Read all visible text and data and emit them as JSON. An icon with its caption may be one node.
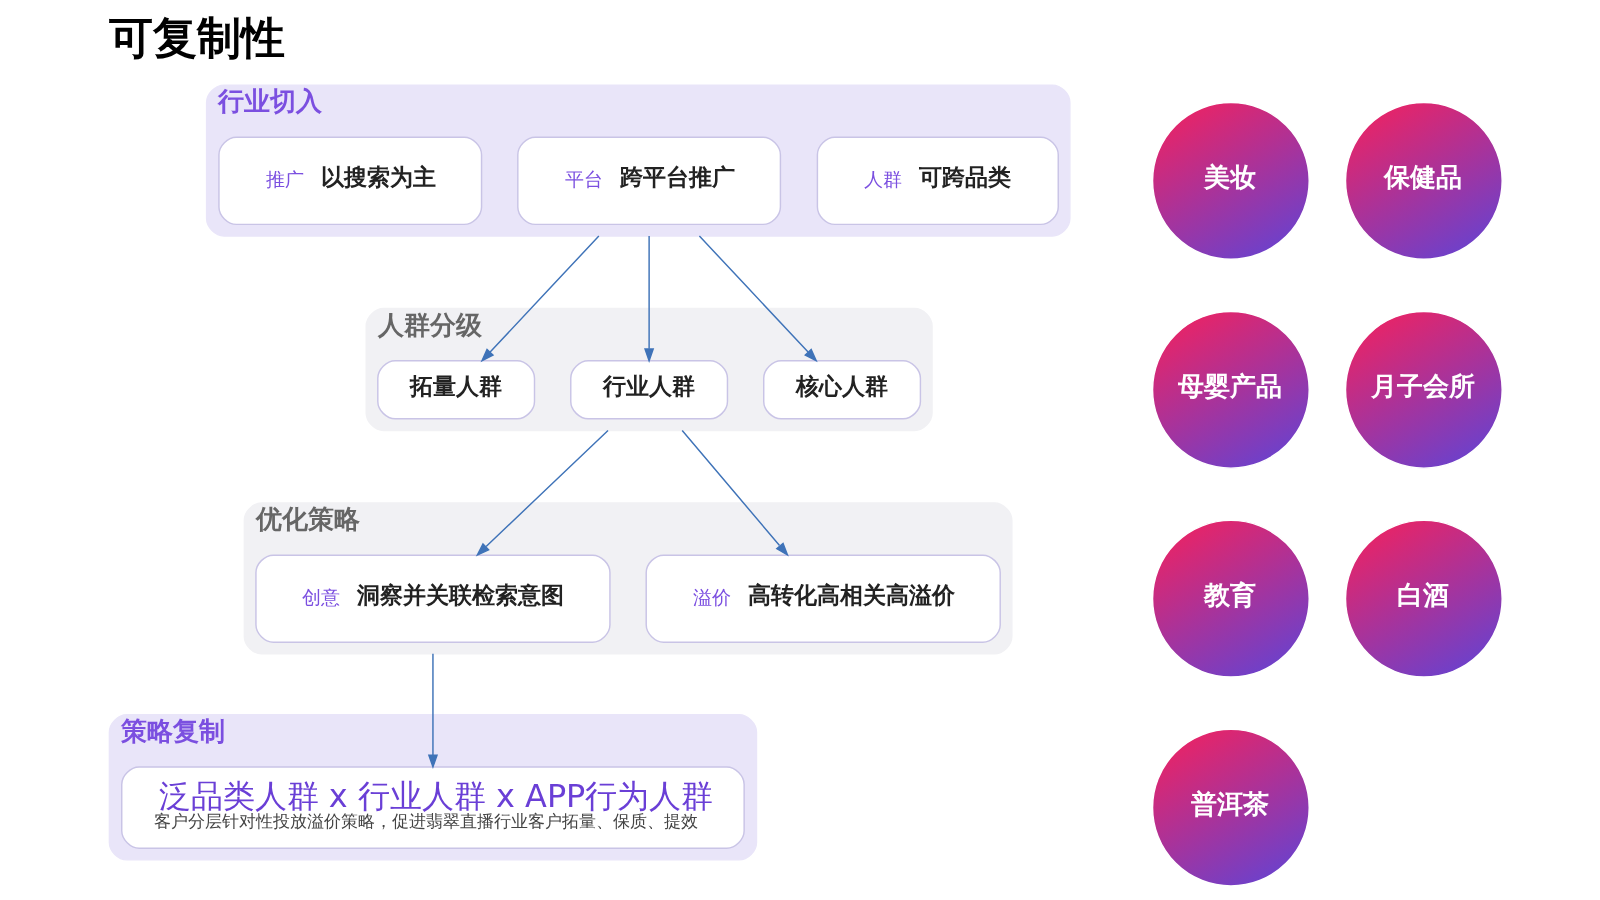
{
  "diagram": {
    "title": "可复制性",
    "nodes": [
      {
        "text": [
          "行业切入"
        ]
      },
      {
        "text": [
          "人群",
          "可跨品类"
        ],
        "in": 0
      },
      {
        "text": [
          "平台",
          "跨平台推广"
        ],
        "in": 0
      },
      {
        "text": [
          "推广",
          "以搜索为主"
        ],
        "in": 0
      },
      {
        "text": [
          "人群分级"
        ]
      },
      {
        "text": [
          "核心人群"
        ],
        "in": 4
      },
      {
        "text": [
          "行业人群"
        ],
        "in": 4
      },
      {
        "text": [
          "拓量人群"
        ],
        "in": 4
      },
      {
        "text": [
          "优化策略"
        ]
      },
      {
        "text": [
          "溢价",
          "高转化高相关高溢价"
        ],
        "in": 8
      },
      {
        "text": [
          "创意",
          "洞察并关联检索意图"
        ],
        "in": 8
      },
      {
        "text": [
          "策略复制"
        ]
      },
      {
        "text": [
          "泛品类人群 x 行业人群 x APP行为人群",
          "客户分层针对性投放溢价策略，促进翡翠直播行业客户拓量、保质、提效"
        ],
        "in": 11
      },
      {
        "text": [
          "美妆"
        ]
      },
      {
        "text": [
          "保健品"
        ]
      },
      {
        "text": [
          "母婴产品"
        ]
      },
      {
        "text": [
          "月子会所"
        ]
      },
      {
        "text": [
          "教育"
        ]
      },
      {
        "text": [
          "白酒"
        ]
      },
      {
        "text": [
          "普洱茶"
        ]
      }
    ],
    "edges": [
      {
        "from": 0,
        "to": 5,
        "arrow": "to"
      },
      {
        "from": 0,
        "to": 6,
        "arrow": "to"
      },
      {
        "from": 0,
        "to": 7,
        "arrow": "to"
      },
      {
        "from": 4,
        "to": 9,
        "arrow": "to"
      },
      {
        "from": 4,
        "to": 10,
        "arrow": "to"
      },
      {
        "from": 8,
        "to": 12,
        "arrow": "to"
      }
    ]
  }
}
